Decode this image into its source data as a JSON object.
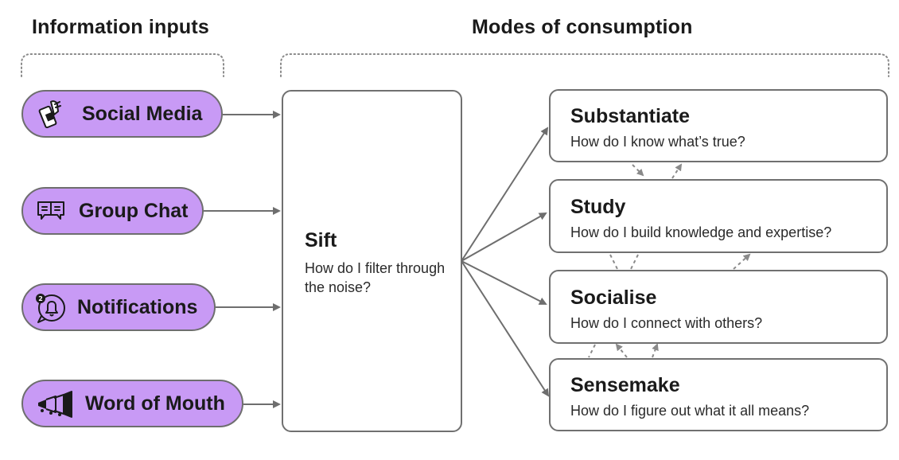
{
  "headings": {
    "inputs": "Information inputs",
    "modes": "Modes of consumption"
  },
  "inputs": [
    {
      "label": "Social Media",
      "icon": "phone-hand-icon"
    },
    {
      "label": "Group Chat",
      "icon": "chat-bubbles-icon"
    },
    {
      "label": "Notifications",
      "icon": "bell-notification-icon"
    },
    {
      "label": "Word of Mouth",
      "icon": "megaphones-icon"
    }
  ],
  "sift": {
    "title": "Sift",
    "question": "How do I filter through the noise?"
  },
  "modes": [
    {
      "title": "Substantiate",
      "question": "How do I know what’s true?"
    },
    {
      "title": "Study",
      "question": "How do I build knowledge and expertise?"
    },
    {
      "title": "Socialise",
      "question": "How do I connect with others?"
    },
    {
      "title": "Sensemake",
      "question": "How do I figure out what it all means?"
    }
  ],
  "colors": {
    "pill_fill": "#c89af5",
    "stroke": "#6e6e6e",
    "text": "#1a1a1a"
  }
}
